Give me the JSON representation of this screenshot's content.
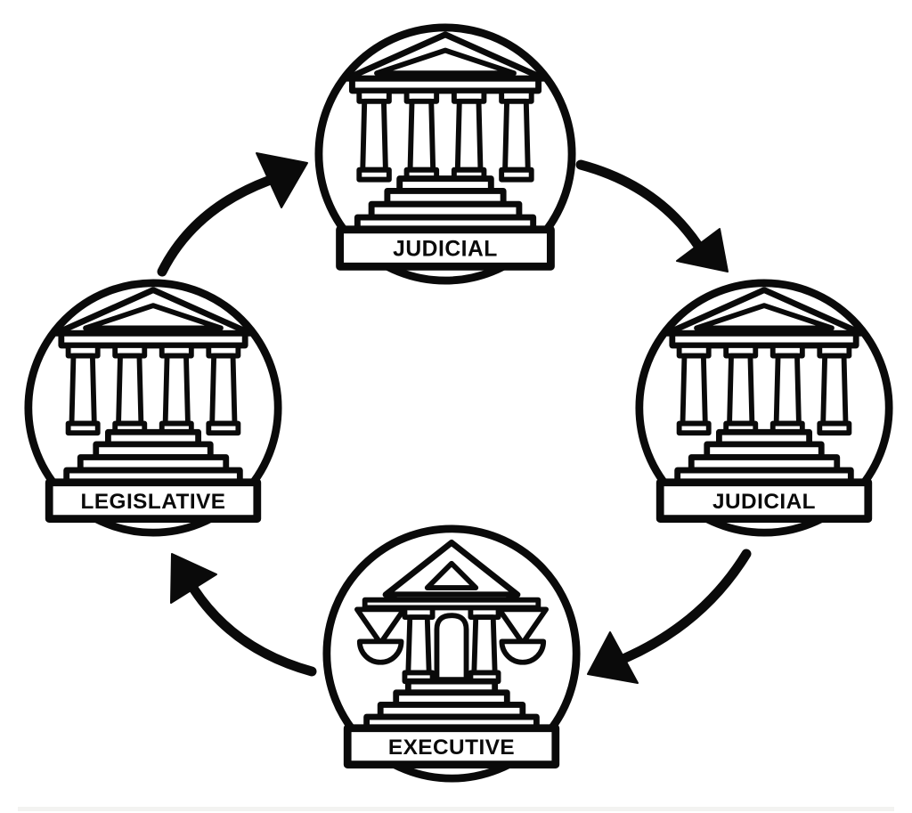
{
  "colors": {
    "ink": "#0a0a0a",
    "background": "#ffffff"
  },
  "nodes": {
    "top": {
      "label": "JUDICIAL",
      "icon": "courthouse-icon"
    },
    "right": {
      "label": "JUDICIAL",
      "icon": "courthouse-icon"
    },
    "bottom": {
      "label": "EXECUTIVE",
      "icon": "courthouse-scales-icon"
    },
    "left": {
      "label": "LEGISLATIVE",
      "icon": "courthouse-icon"
    }
  },
  "connections": [
    {
      "from": "left",
      "to": "top"
    },
    {
      "from": "top",
      "to": "right"
    },
    {
      "from": "right",
      "to": "bottom"
    },
    {
      "from": "bottom",
      "to": "left"
    }
  ]
}
